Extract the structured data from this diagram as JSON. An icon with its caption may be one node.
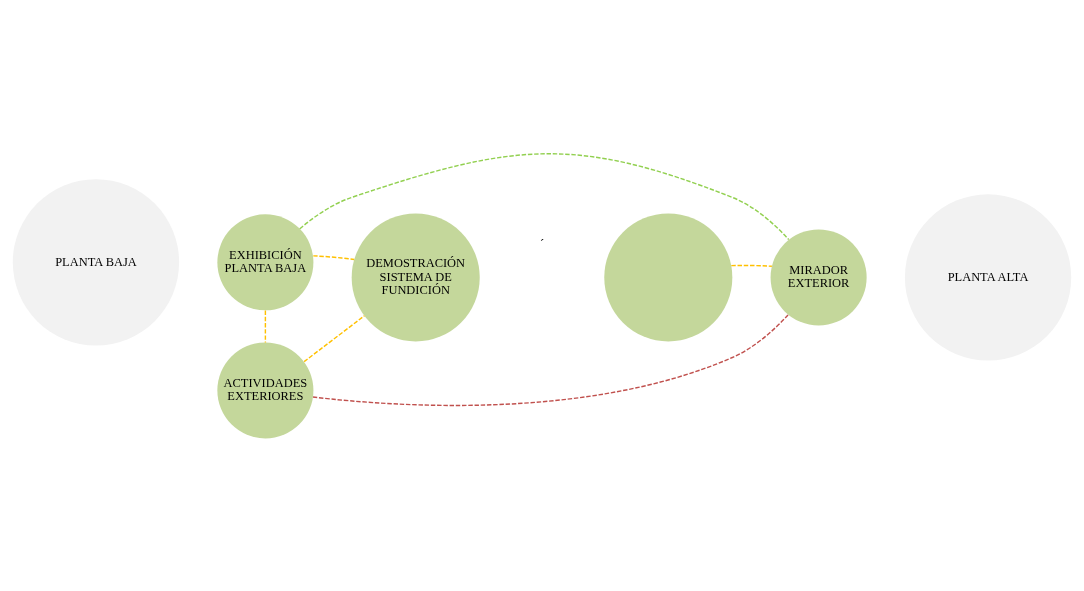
{
  "diagram": {
    "nodes": [
      {
        "text": [
          "PLANTA BAJA"
        ]
      },
      {
        "text": [
          "PLANTA ALTA"
        ]
      },
      {
        "text": [
          "EXHIBICIÓN PLANTA BAJA"
        ]
      },
      {
        "text": [
          "DEMOSTRACIÓN SISTEMA DE FUNDICIÓN"
        ]
      },
      {
        "text": [],
        "shape": "circle"
      },
      {
        "text": [
          "ACTIVIDADES EXTERIORES"
        ]
      },
      {
        "text": [
          "MIRADOR EXTERIOR"
        ]
      }
    ],
    "edges": [
      {
        "from": 2,
        "to": 5,
        "arrow": "none",
        "style": "dashed"
      },
      {
        "from": 2,
        "to": 3,
        "arrow": "none",
        "style": "dashed"
      },
      {
        "from": 5,
        "to": 3,
        "arrow": "none",
        "style": "dashed"
      },
      {
        "from": 4,
        "to": 6,
        "arrow": "none",
        "style": "dashed"
      },
      {
        "from": 2,
        "to": 6,
        "arrow": "none",
        "style": "dashed",
        "color": "#92d050"
      },
      {
        "from": 5,
        "to": 6,
        "arrow": "none",
        "style": "dashed",
        "color": "#c0504d"
      }
    ],
    "labels": [
      "´"
    ]
  }
}
